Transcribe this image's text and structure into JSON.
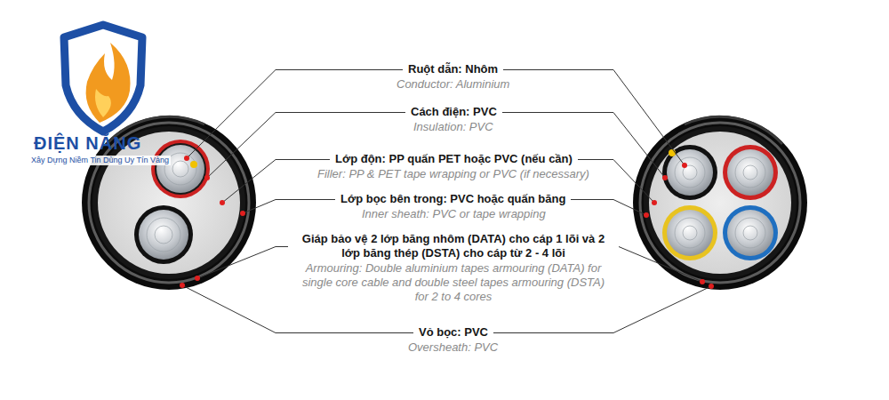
{
  "diagram": {
    "labels": [
      "Ruột dẫn: Nhôm",
      "Conductor: Aluminium",
      "Cách điện: PVC",
      "Insulation: PVC",
      "Lớp độn: PP quấn PET hoặc PVC (nếu cần)",
      "Filler: PP & PET tape wrapping or PVC (if necessary)",
      "Lớp bọc bên trong: PVC hoặc quấn băng",
      "Inner sheath: PVC or tape wrapping",
      "Giáp bảo vệ 2 lớp băng nhôm (DATA) cho cáp 1 lõi và 2 lớp băng thép (DSTA) cho cáp từ 2 - 4 lõi",
      "Armouring: Double aluminium tapes armouring (DATA) for single core cable and double steel tapes armouring (DSTA) for 2 to 4 cores",
      "Vỏ bọc: PVC",
      "Oversheath: PVC",
      "ĐIỆN NĂNG",
      "Xây Dựng Niềm Tin Dùng Uy Tín Vàng"
    ]
  }
}
